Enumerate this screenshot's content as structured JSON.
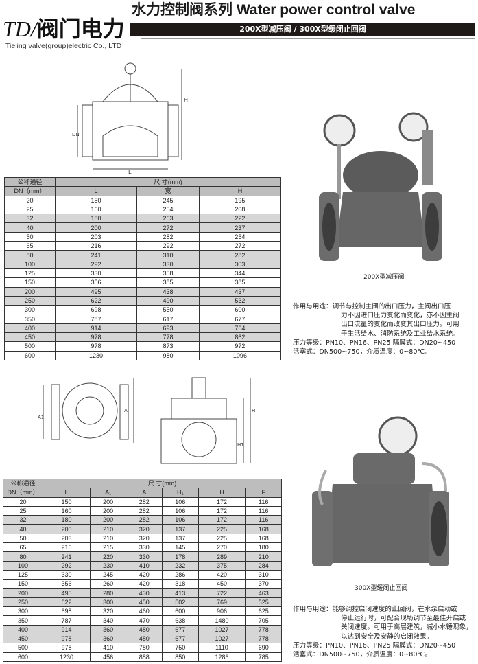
{
  "header": {
    "logo_mark": "TD/",
    "logo_cn": "阀门电力",
    "company": "Tieling valve(group)electric Co., LTD",
    "title": "水力控制阀系列 Water power control valve",
    "subtitle": "200X型减压阀   /   300X型缓闭止回阀"
  },
  "table1": {
    "dn_header": [
      "公称通径",
      "DN（mm）"
    ],
    "dim_header": "尺        寸(mm)",
    "columns": [
      "L",
      "宽",
      "H"
    ],
    "rows": [
      [
        "20",
        "150",
        "245",
        "195"
      ],
      [
        "25",
        "160",
        "254",
        "208"
      ],
      [
        "32",
        "180",
        "263",
        "222"
      ],
      [
        "40",
        "200",
        "272",
        "237"
      ],
      [
        "50",
        "203",
        "282",
        "254"
      ],
      [
        "65",
        "216",
        "292",
        "272"
      ],
      [
        "80",
        "241",
        "310",
        "282"
      ],
      [
        "100",
        "292",
        "330",
        "303"
      ],
      [
        "125",
        "330",
        "358",
        "344"
      ],
      [
        "150",
        "356",
        "385",
        "385"
      ],
      [
        "200",
        "495",
        "438",
        "437"
      ],
      [
        "250",
        "622",
        "490",
        "532"
      ],
      [
        "300",
        "698",
        "550",
        "600"
      ],
      [
        "350",
        "787",
        "617",
        "677"
      ],
      [
        "400",
        "914",
        "693",
        "764"
      ],
      [
        "450",
        "978",
        "778",
        "862"
      ],
      [
        "500",
        "978",
        "873",
        "972"
      ],
      [
        "600",
        "1230",
        "980",
        "1096"
      ]
    ]
  },
  "table2": {
    "dn_header": [
      "公称通径",
      "DN（mm）"
    ],
    "dim_header": "尺        寸(mm)",
    "columns": [
      "L",
      "A₁",
      "A",
      "H₁",
      "H",
      "F"
    ],
    "rows": [
      [
        "20",
        "150",
        "200",
        "282",
        "106",
        "172",
        "116"
      ],
      [
        "25",
        "160",
        "200",
        "282",
        "106",
        "172",
        "116"
      ],
      [
        "32",
        "180",
        "200",
        "282",
        "106",
        "172",
        "116"
      ],
      [
        "40",
        "200",
        "210",
        "320",
        "137",
        "225",
        "168"
      ],
      [
        "50",
        "203",
        "210",
        "320",
        "137",
        "225",
        "168"
      ],
      [
        "65",
        "216",
        "215",
        "330",
        "145",
        "270",
        "180"
      ],
      [
        "80",
        "241",
        "220",
        "330",
        "178",
        "289",
        "210"
      ],
      [
        "100",
        "292",
        "230",
        "410",
        "232",
        "375",
        "284"
      ],
      [
        "125",
        "330",
        "245",
        "420",
        "286",
        "420",
        "310"
      ],
      [
        "150",
        "356",
        "260",
        "420",
        "318",
        "450",
        "370"
      ],
      [
        "200",
        "495",
        "280",
        "430",
        "413",
        "722",
        "463"
      ],
      [
        "250",
        "622",
        "300",
        "450",
        "502",
        "769",
        "525"
      ],
      [
        "300",
        "698",
        "320",
        "460",
        "600",
        "906",
        "625"
      ],
      [
        "350",
        "787",
        "340",
        "470",
        "638",
        "1480",
        "705"
      ],
      [
        "400",
        "914",
        "360",
        "480",
        "677",
        "1027",
        "778"
      ],
      [
        "450",
        "978",
        "360",
        "480",
        "677",
        "1027",
        "778"
      ],
      [
        "500",
        "978",
        "410",
        "780",
        "750",
        "1110",
        "690"
      ],
      [
        "600",
        "1230",
        "456",
        "888",
        "850",
        "1286",
        "785"
      ]
    ]
  },
  "product1": {
    "caption": "200X型减压阀",
    "usage_label": "作用与用途：",
    "usage": [
      "调节与控制主阀的出口压力，主阀出口压",
      "力不因进口压力变化而变化，亦不因主阀",
      "出口流量的变化而改变其出口压力。可用",
      "于生活给水、消防系统及工业给水系统。"
    ],
    "pressure": "压力等级：PN10、PN16、PN25  隔膜式：DN20~450",
    "piston": "活塞式：DN500~750，介质温度：0~80℃。"
  },
  "product2": {
    "caption": "300X型缓闭止回阀",
    "usage_label": "作用与用途：",
    "usage": [
      "能够调控启闭速度的止回阀，在水泵启动或",
      "停止运行时，可配合现场调节至最佳开启或",
      "关闭速度。可用于高层建筑，减小水锤现象，",
      "以达到安全及安静的启闭效果。"
    ],
    "pressure": "压力等级：PN10、PN16、PN25  隔膜式：DN20~450",
    "piston": "活塞式：DN500~750，介质温度：0~80℃。"
  },
  "drawing_labels": {
    "d1": [
      "H",
      "DN",
      "L"
    ],
    "d2": [
      "A1",
      "A",
      "H1",
      "H"
    ]
  }
}
